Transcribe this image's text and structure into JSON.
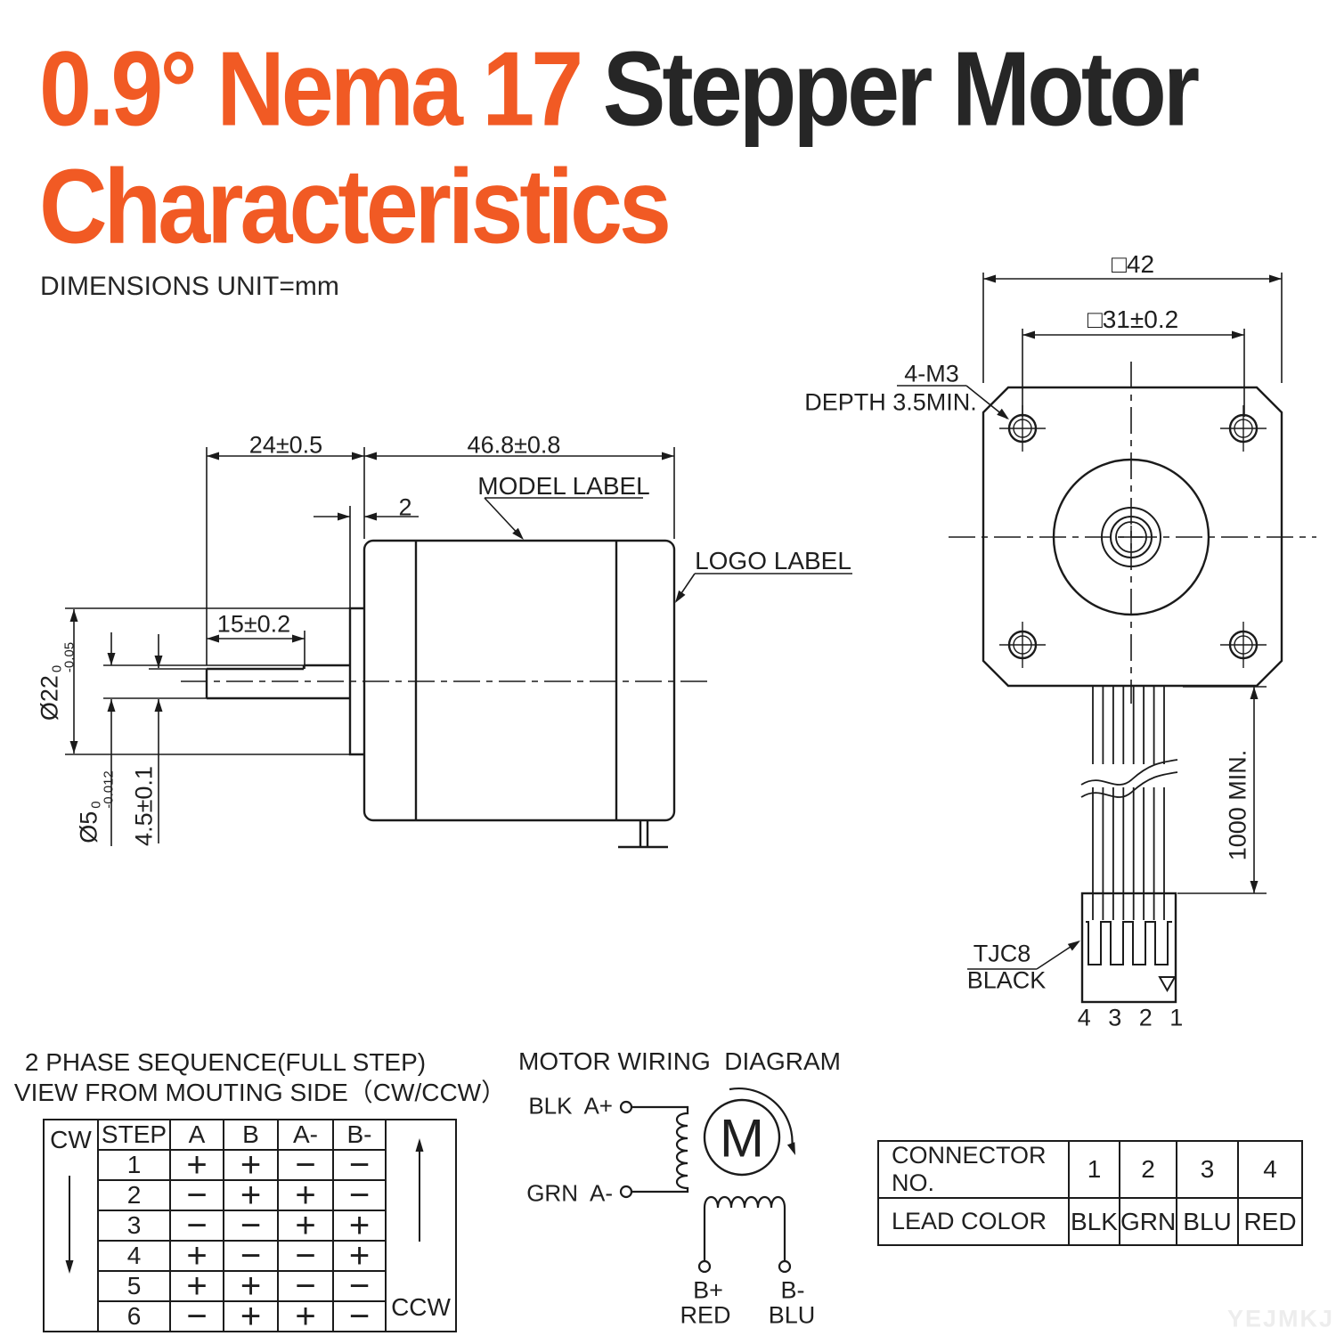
{
  "colors": {
    "accent": "#F15A24",
    "ink": "#1B1B1B",
    "title_dark": "#262626",
    "watermark": "#EDEDED"
  },
  "title": {
    "line1_orange": "0.9° Nema 17",
    "line1_dark": "Stepper Motor",
    "line2_orange": "Characteristics"
  },
  "units_note": "DIMENSIONS UNIT=mm",
  "side_view": {
    "dim_shaft_length": "24±0.5",
    "dim_body_length": "46.8±0.8",
    "dim_pilot_thickness": "2",
    "dim_flat_length": "15±0.2",
    "dim_pilot_diameter": {
      "main": "Ø22",
      "sup": "0",
      "sub": "-0.05"
    },
    "dim_shaft_diameter": {
      "main": "Ø5",
      "sup": "0",
      "sub": "-0.012"
    },
    "dim_flat_height": "4.5±0.1",
    "label_model": "MODEL LABEL",
    "label_logo": "LOGO LABEL"
  },
  "front_view": {
    "dim_frame_size": "□42",
    "dim_hole_spacing": "□31±0.2",
    "label_screws_line1": "4-M3",
    "label_screws_line2": "DEPTH 3.5MIN.",
    "dim_cable_length": "1000 MIN.",
    "label_connector_line1": "TJC8",
    "label_connector_line2": "BLACK",
    "pin_numbers": "4 3 2 1"
  },
  "phase_table": {
    "title_line1": "2 PHASE SEQUENCE(FULL STEP)",
    "title_line2": "VIEW FROM MOUTING SIDE（CW/CCW）",
    "cw_label": "CW",
    "ccw_label": "CCW",
    "headers": [
      "STEP",
      "A",
      "B",
      "A-",
      "B-"
    ],
    "rows": [
      [
        "1",
        "+",
        "+",
        "−",
        "−"
      ],
      [
        "2",
        "−",
        "+",
        "+",
        "−"
      ],
      [
        "3",
        "−",
        "−",
        "+",
        "+"
      ],
      [
        "4",
        "+",
        "−",
        "−",
        "+"
      ],
      [
        "5",
        "+",
        "+",
        "−",
        "−"
      ],
      [
        "6",
        "−",
        "+",
        "+",
        "−"
      ]
    ]
  },
  "wiring": {
    "title": "MOTOR WIRING  DIAGRAM",
    "phase_a_plus": "BLK  A+",
    "phase_a_minus": "GRN  A-",
    "motor_letter": "M",
    "phase_b_plus": "B+",
    "phase_b_plus_color": "RED",
    "phase_b_minus": "B-",
    "phase_b_minus_color": "BLU"
  },
  "connector_table": {
    "rows": [
      [
        "CONNECTOR NO.",
        "1",
        "2",
        "3",
        "4"
      ],
      [
        "LEAD COLOR",
        "BLK",
        "GRN",
        "BLU",
        "RED"
      ]
    ]
  },
  "watermark": "YEJMKJ"
}
